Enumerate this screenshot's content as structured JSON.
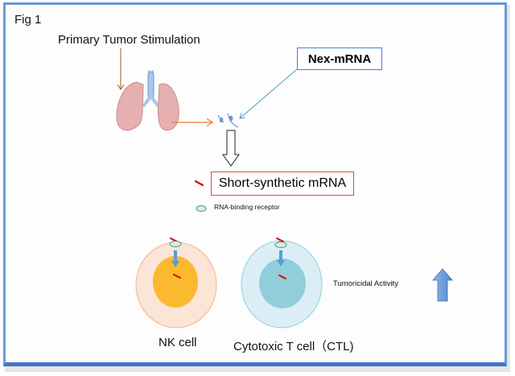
{
  "figure": {
    "label": "Fig 1",
    "primary_stimulus": "Primary Tumor Stimulation",
    "nex_mrna_label": "Nex-mRNA",
    "short_synthetic_mrna_label": "Short-synthetic mRNA",
    "rna_binding_receptor_label": "RNA-binding receptor",
    "tumoricidal_activity_label": "Tumoricidal Activity",
    "tumoricidal_direction": "increase",
    "cells": [
      {
        "name": "NK cell",
        "outer_color": "#fbe5d6",
        "inner_color": "#fbb92f"
      },
      {
        "name": "Cytotoxic T cell（CTL)",
        "outer_color": "#dbeef5",
        "inner_color": "#92cddc"
      }
    ],
    "colors": {
      "frame": "#4f81bd",
      "lung": "#e6b0b0",
      "trachea": "#a9c5e8",
      "mrna": "#e00000",
      "receptor": "#d9f2d0",
      "orange_arrow": "#f07828",
      "brown_arrow": "#a05a28",
      "teal_arrow": "#4aa0c0",
      "up_arrow": "#5b9bd5"
    }
  }
}
